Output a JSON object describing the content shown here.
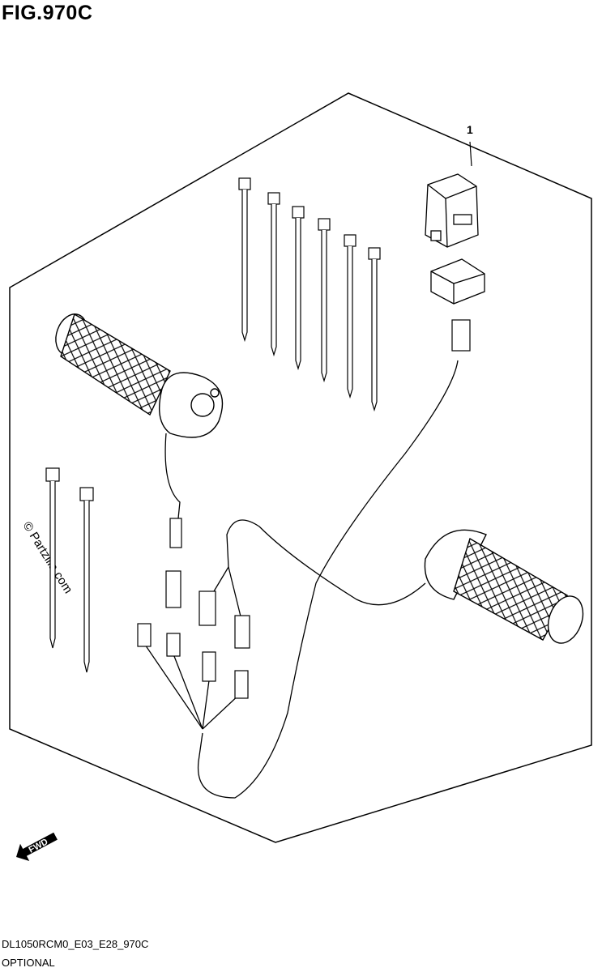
{
  "figure": {
    "title": "FIG.970C",
    "code": "DL1050RCM0_E03_E28_970C",
    "subtitle": "OPTIONAL"
  },
  "callouts": [
    {
      "label": "1"
    }
  ],
  "watermark": "© Partzilla.com",
  "direction_badge": "FWD",
  "parts": [
    "grip-heater-left-icon",
    "grip-heater-right-icon",
    "wiring-harness-icon",
    "relay-unit-icon",
    "connector-housing-icon",
    "cable-tie-icon"
  ]
}
